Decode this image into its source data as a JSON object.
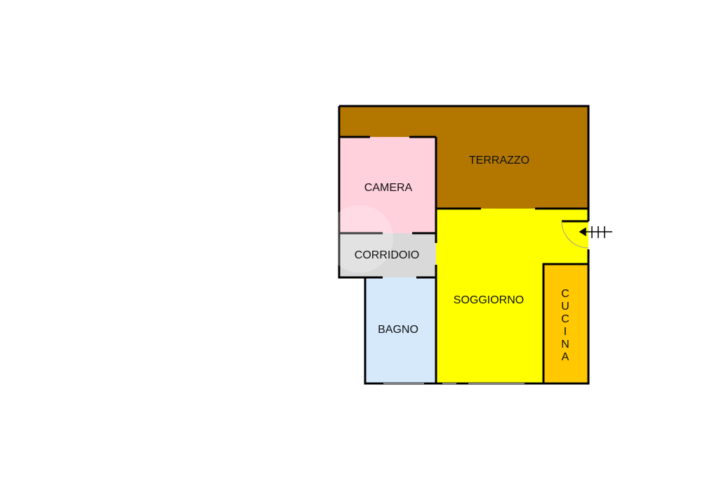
{
  "rooms": {
    "terrazzo": {
      "label": "TERRAZZO",
      "color": "#b37700"
    },
    "camera": {
      "label": "CAMERA",
      "color": "#ffd1dc"
    },
    "corridoio": {
      "label": "CORRIDOIO",
      "color": "#d9d9d9"
    },
    "bagno": {
      "label": "BAGNO",
      "color": "#d6e9fb"
    },
    "soggiorno": {
      "label": "SOGGIORNO",
      "color": "#ffff00"
    },
    "cucina": {
      "label": "CUCINA",
      "letters": [
        "C",
        "U",
        "C",
        "I",
        "N",
        "A"
      ],
      "color": "#ffc800"
    }
  },
  "entrance": {
    "icon": "entrance-arrow-icon"
  }
}
